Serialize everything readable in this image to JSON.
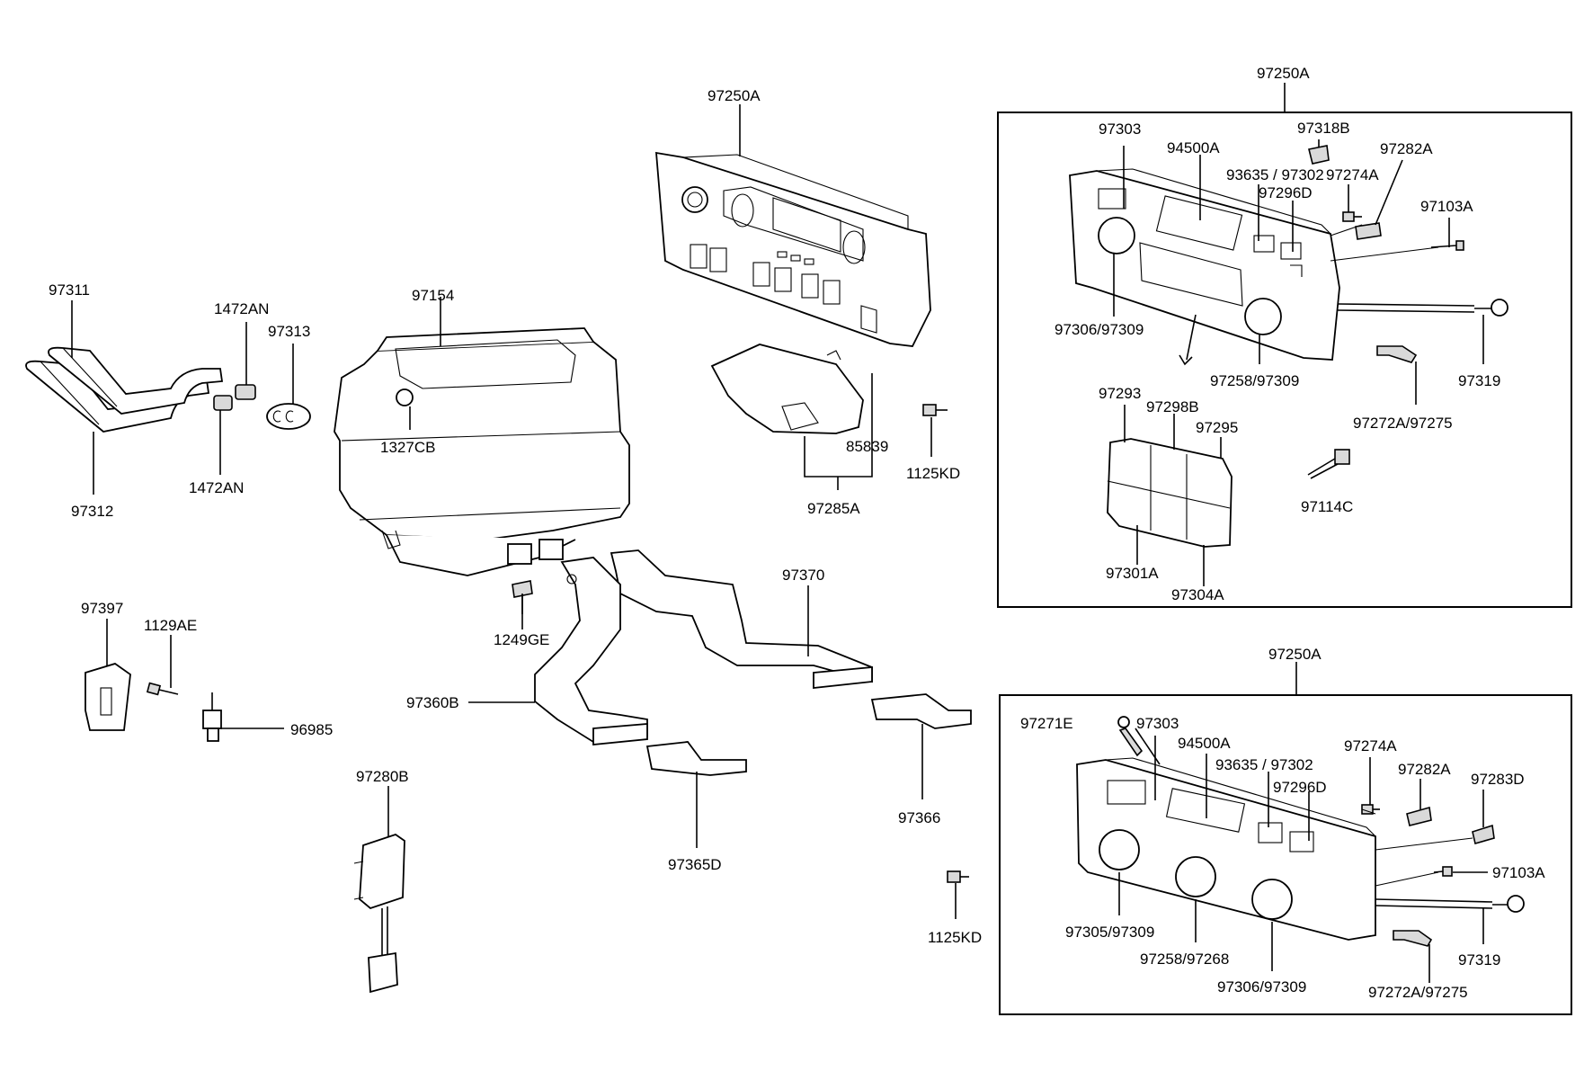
{
  "labels": {
    "top_panel": "97250A",
    "box1_title": "97250A",
    "box2_title": "97250A",
    "p97311": "97311",
    "p97312": "97312",
    "p1472AN_a": "1472AN",
    "p1472AN_b": "1472AN",
    "p97313": "97313",
    "p97154": "97154",
    "p1327CB": "1327CB",
    "p85839": "85839",
    "p97285A": "97285A",
    "p1125KD_a": "1125KD",
    "p1125KD_b": "1125KD",
    "p97370": "97370",
    "p1249GE": "1249GE",
    "p97360B": "97360B",
    "p97366": "97366",
    "p97365D": "97365D",
    "p97397": "97397",
    "p1129AE": "1129AE",
    "p96985": "96985",
    "p97280B": "97280B",
    "b1_97303": "97303",
    "b1_94500A": "94500A",
    "b1_97318B": "97318B",
    "b1_93635": "93635 / 97302",
    "b1_97282A": "97282A",
    "b1_97274A": "97274A",
    "b1_97296D": "97296D",
    "b1_97103A": "97103A",
    "b1_97306": "97306/97309",
    "b1_97258": "97258/97309",
    "b1_97319": "97319",
    "b1_97293": "97293",
    "b1_97298B": "97298B",
    "b1_97295": "97295",
    "b1_97272A": "97272A/97275",
    "b1_97114C": "97114C",
    "b1_97301A": "97301A",
    "b1_97304A": "97304A",
    "b2_97271E": "97271E",
    "b2_97303": "97303",
    "b2_94500A": "94500A",
    "b2_93635": "93635 / 97302",
    "b2_97274A": "97274A",
    "b2_97282A": "97282A",
    "b2_97283D": "97283D",
    "b2_97296D": "97296D",
    "b2_97103A": "97103A",
    "b2_97305": "97305/97309",
    "b2_97258": "97258/97268",
    "b2_97306": "97306/97309",
    "b2_97319": "97319",
    "b2_97272A": "97272A/97275"
  }
}
